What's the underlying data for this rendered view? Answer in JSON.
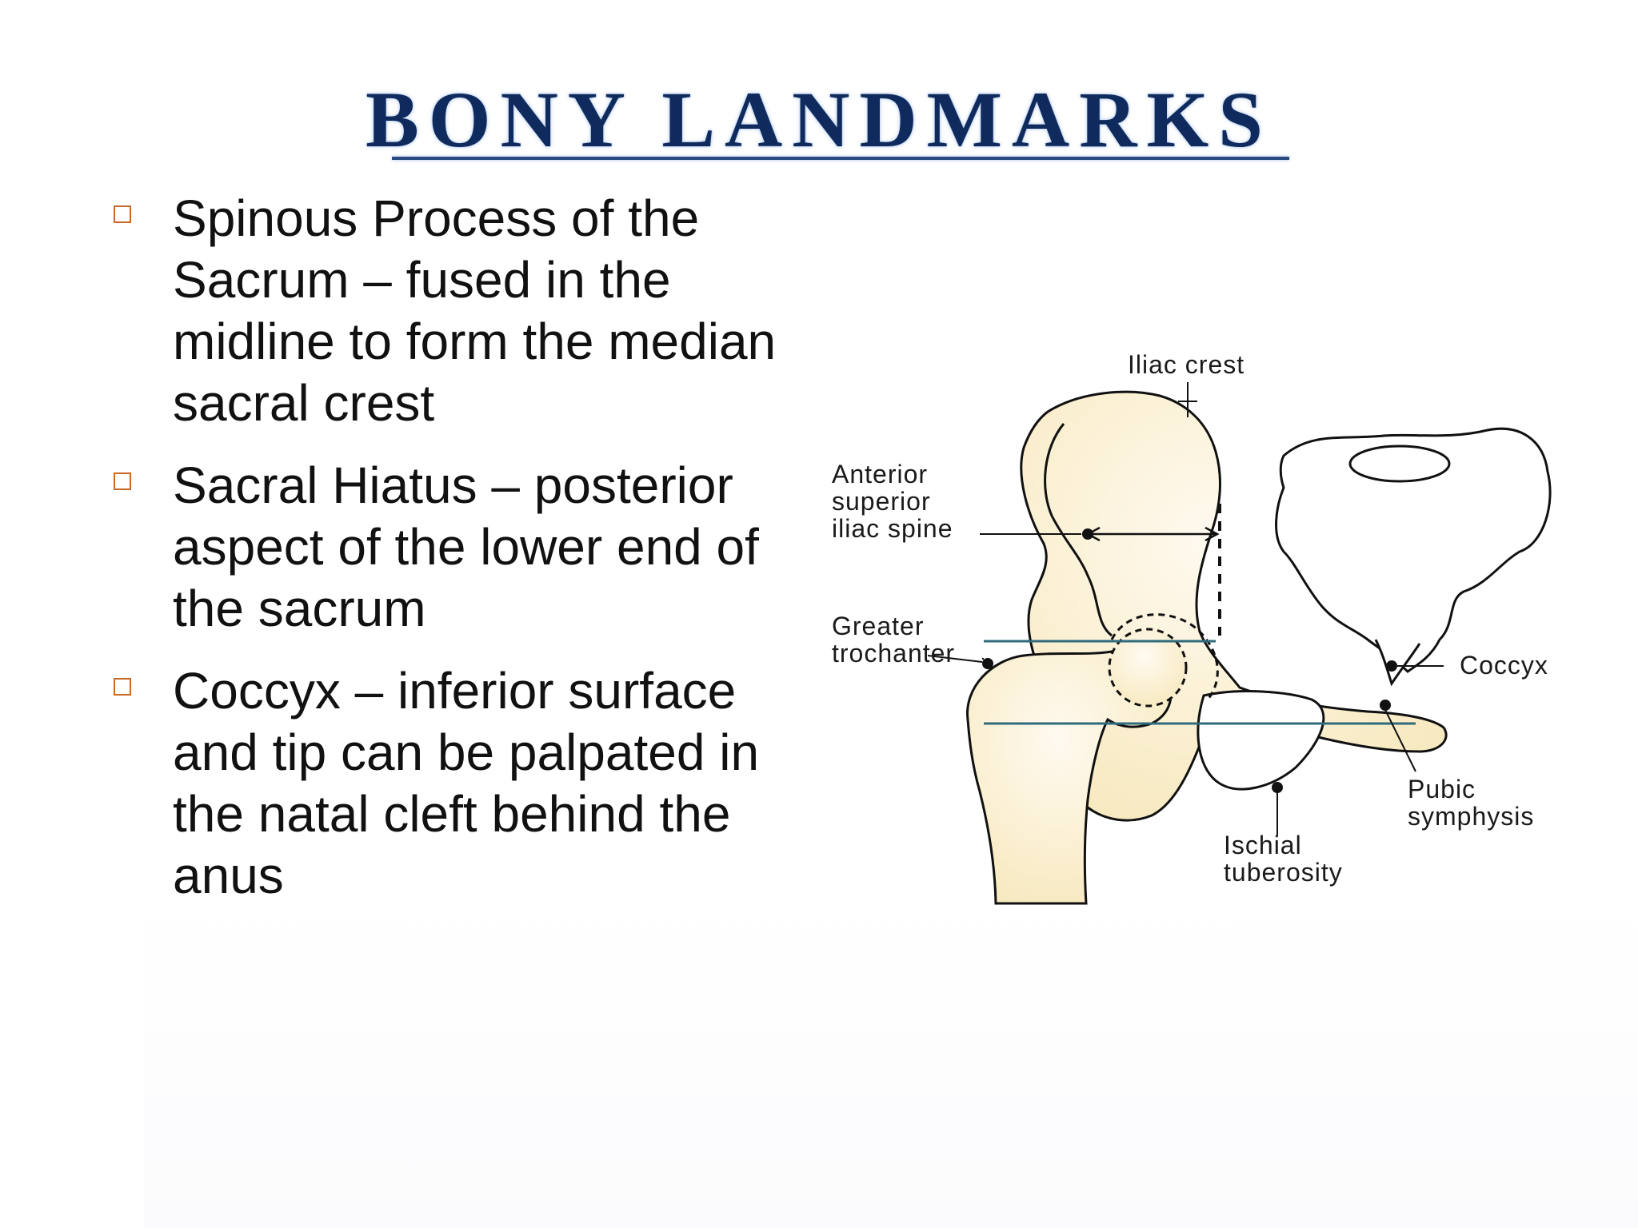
{
  "title": "BONY LANDMARKS",
  "bullets": [
    {
      "text": "Spinous Process of the Sacrum – fused in the midline to form the median sacral crest"
    },
    {
      "text": "Sacral Hiatus – posterior aspect of the lower end of the sacrum"
    },
    {
      "text": "Coccyx – inferior surface and tip can be palpated in the natal cleft behind the anus"
    }
  ],
  "figure": {
    "labels": {
      "iliac_crest": "Iliac crest",
      "asis_1": "Anterior",
      "asis_2": "superior",
      "asis_3": "iliac spine",
      "greater_trochanter_1": "Greater",
      "greater_trochanter_2": "trochanter",
      "coccyx": "Coccyx",
      "pubic_symphysis_1": "Pubic",
      "pubic_symphysis_2": "symphysis",
      "ischial_tuberosity_1": "Ischial",
      "ischial_tuberosity_2": "tuberosity"
    },
    "colors": {
      "bone_fill": "#f7e9bf",
      "bone_light": "#fffaf0",
      "guide_line": "#2f6b7c",
      "outline": "#111111"
    }
  }
}
